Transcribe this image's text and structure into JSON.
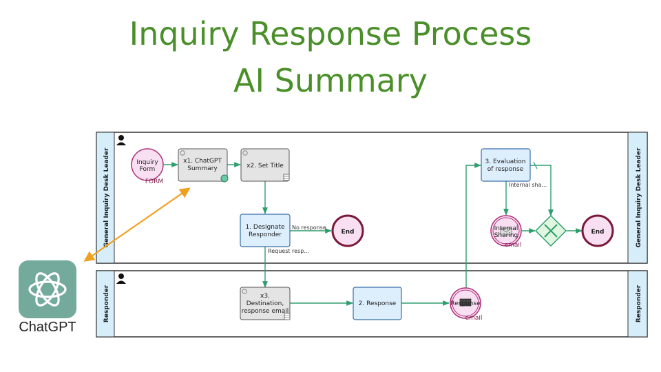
{
  "title": {
    "line1": "Inquiry Response Process",
    "line2": "AI Summary"
  },
  "lanes": {
    "top": {
      "label_left": "General Inquiry Desk Leader",
      "label_right": "General Inquiry Desk Leader"
    },
    "bottom": {
      "label_left": "Responder",
      "label_right": "Responder"
    }
  },
  "nodes": {
    "inquiry_form": {
      "line1": "Inquiry",
      "line2": "Form",
      "tag": "FORM"
    },
    "chatgpt_summary": {
      "line1": "x1. ChatGPT",
      "line2": "Summary"
    },
    "set_title": {
      "line1": "x2. Set Title"
    },
    "designate": {
      "line1": "1. Designate",
      "line2": "Responder"
    },
    "end1": {
      "label": "End"
    },
    "evaluation": {
      "line1": "3. Evaluation",
      "line2": "of response"
    },
    "internal_sharing": {
      "line1": "Internal",
      "line2": "Sharing",
      "tag": "email"
    },
    "end2": {
      "label": "End"
    },
    "destination": {
      "line1": "x3.",
      "line2": "Destination,",
      "line3": "response email"
    },
    "response_task": {
      "line1": "2. Response"
    },
    "response_email": {
      "line1": "Response",
      "tag": "email"
    }
  },
  "flow_labels": {
    "no_response": "No response",
    "request_resp": "Request resp...",
    "internal_sha": "Internal sha..."
  },
  "chatgpt": {
    "label": "ChatGPT"
  },
  "colors": {
    "title_green": "#4a8f2a",
    "flow_green": "#2e9e6e",
    "arrow_orange": "#f0a020",
    "lane_blue": "#d6eefa",
    "task_blue": "#ddeefc",
    "task_grey": "#e4e4e4",
    "event_pink": "#f8e0f2",
    "end_border": "#7a1a3a",
    "chatgpt_tile": "#74aa9c"
  }
}
